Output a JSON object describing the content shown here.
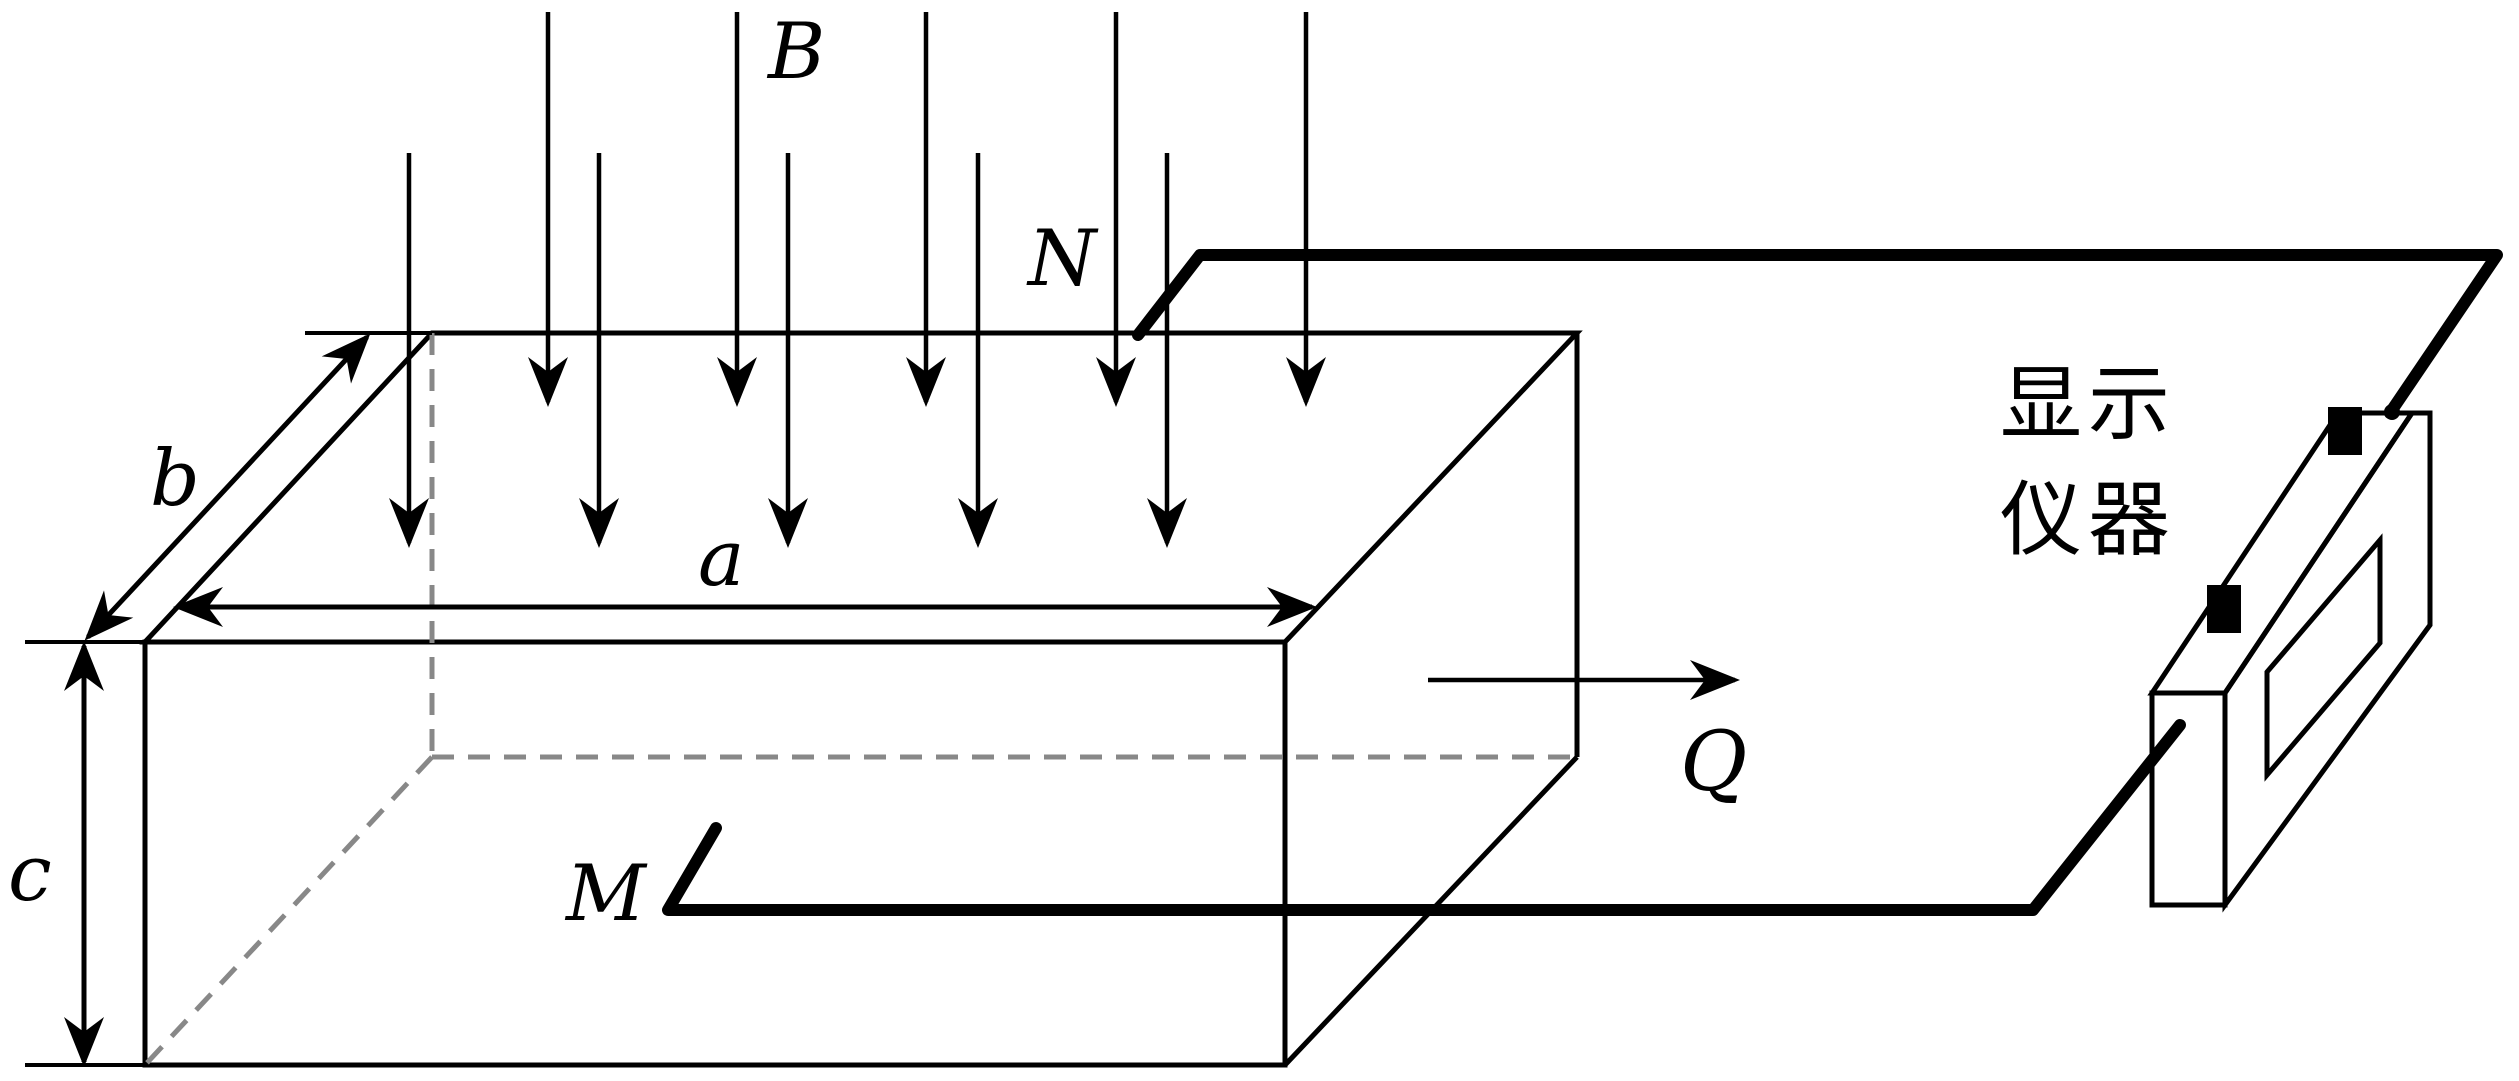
{
  "labels": {
    "field": "B",
    "electrode_top": "N",
    "electrode_bottom": "M",
    "dim_length": "a",
    "dim_width": "b",
    "dim_height": "c",
    "flow": "Q"
  },
  "instrument": {
    "line1": "显示",
    "line2": "仪器"
  },
  "colors": {
    "stroke": "#000000",
    "hidden_edge": "#888888"
  }
}
